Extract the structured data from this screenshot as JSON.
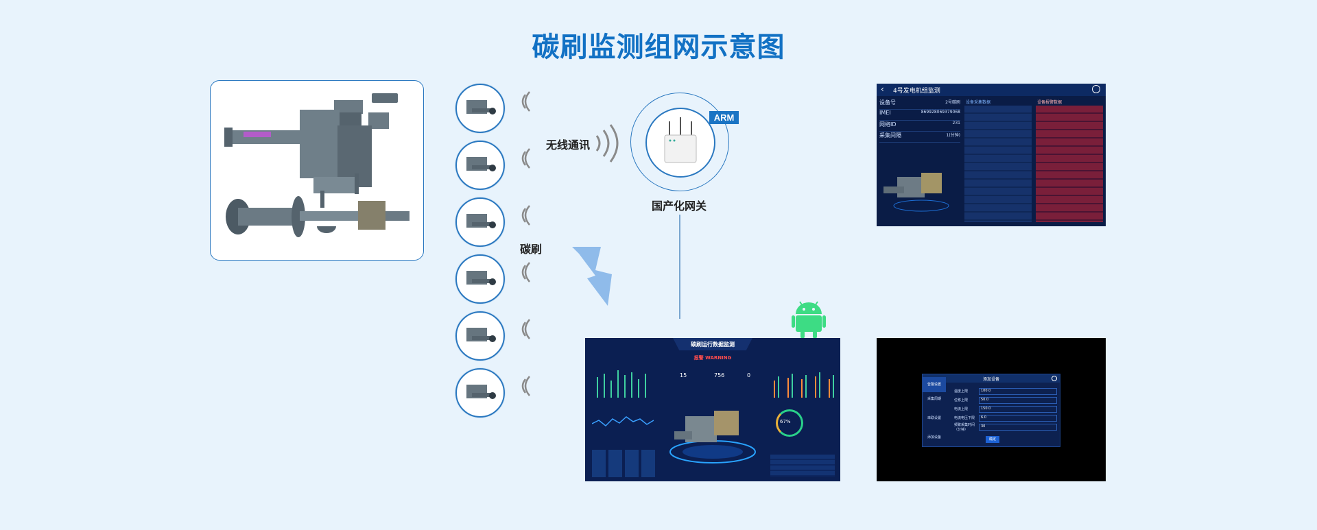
{
  "title": "碳刷监测组网示意图",
  "labels": {
    "wireless": "无线通讯",
    "carbon_brush": "碳刷",
    "gateway": "国产化网关",
    "arm_badge": "ARM"
  },
  "screen_generator": {
    "title": "4号发电机组监测",
    "left_rows": [
      {
        "label": "设备号",
        "value": "2号碳刷"
      },
      {
        "label": "IMEI",
        "value": "869928069379068"
      },
      {
        "label": "网络ID",
        "value": "231"
      },
      {
        "label": "采集间隔",
        "value": "1(分钟)"
      }
    ],
    "mid_header": "设备采集数据",
    "right_header": "设备报警数据"
  },
  "screen_dashboard": {
    "title": "碳刷运行数据监测",
    "warning": "报警  WARNING",
    "stats": [
      "15",
      "756",
      "0"
    ],
    "gauge_value": "67%"
  },
  "screen_settings": {
    "dialog_title": "添加设备",
    "tabs": [
      "告警设置",
      "采集周期",
      "串联设置",
      "添加设备"
    ],
    "fields": [
      {
        "label": "温度上限",
        "value": "100.0"
      },
      {
        "label": "位移上限",
        "value": "50.0"
      },
      {
        "label": "电流上限",
        "value": "150.0"
      },
      {
        "label": "电流电压下限",
        "value": "6.0"
      },
      {
        "label": "频繁采集时间（分钟）",
        "value": "30"
      }
    ],
    "confirm": "确定"
  },
  "colors": {
    "title": "#1271c4",
    "node_border": "#2a78c0",
    "android": "#3ddc84",
    "screen_dark": "#0b1f4a",
    "lightning": "#8fbbea"
  }
}
